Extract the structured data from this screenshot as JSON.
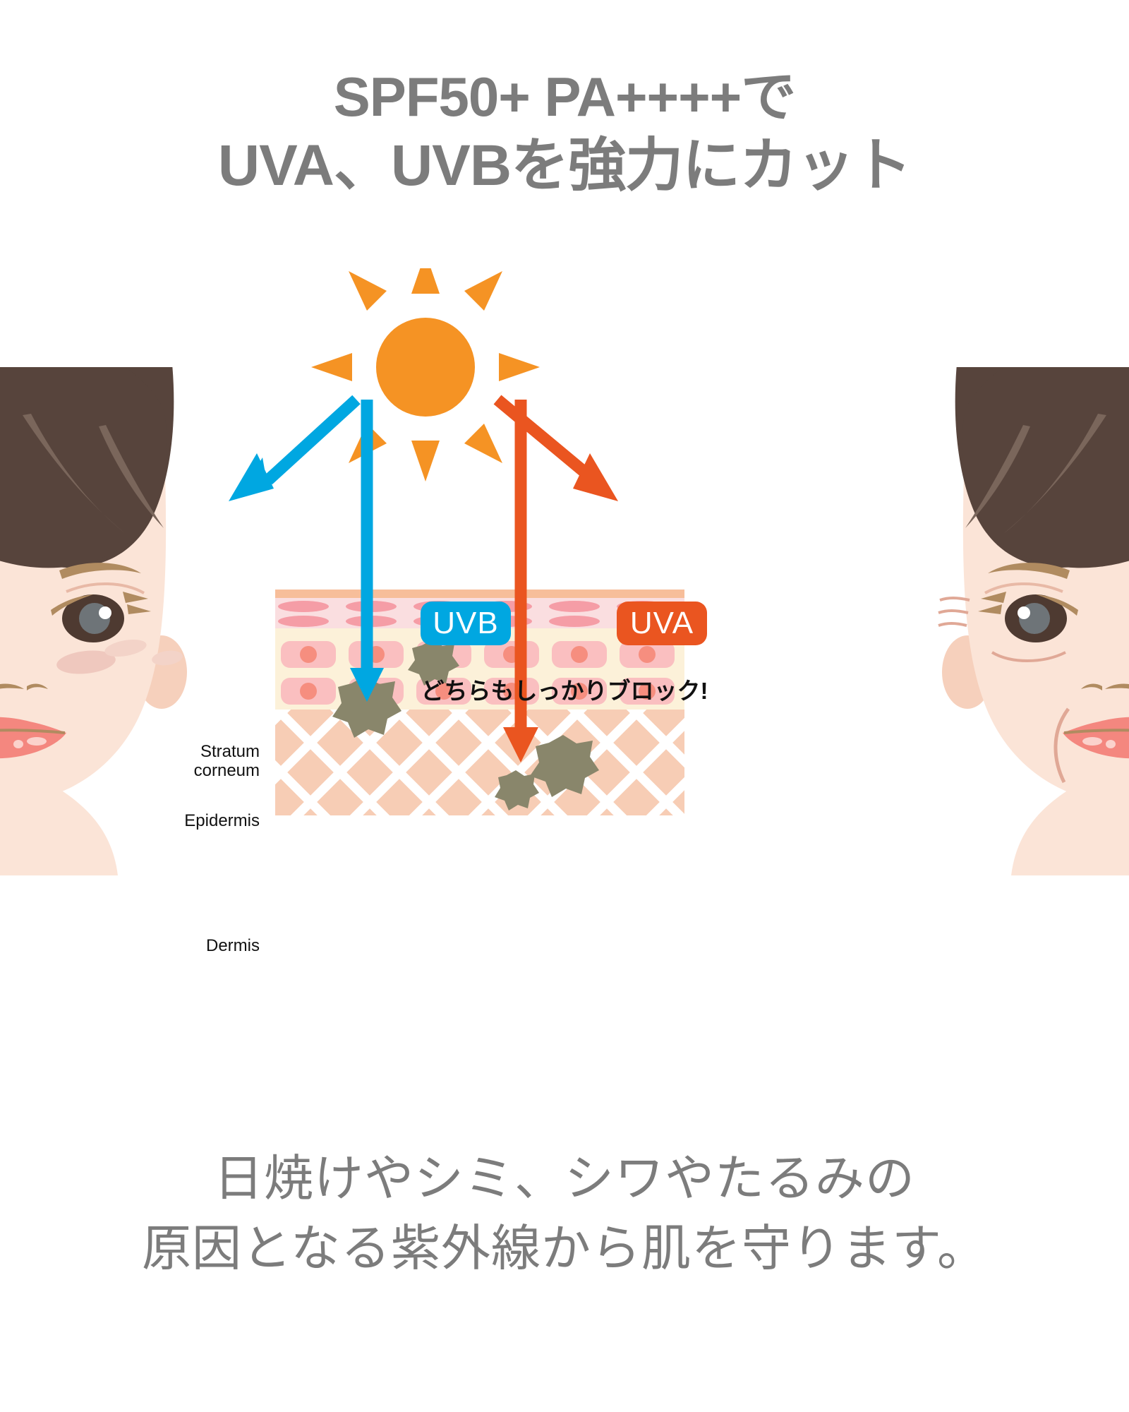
{
  "headline": {
    "line1": "SPF50+ PA++++で",
    "line2": "UVA、UVBを強力にカット"
  },
  "caption": {
    "line1": "日焼けやシミ、シワやたるみの",
    "line2": "原因となる紫外線から肌を守ります。"
  },
  "diagram": {
    "sun_icon": "sun-icon",
    "uvb_badge_label": "UVB",
    "uva_badge_label": "UVA",
    "block_message": "どちらもしっかりブロック!",
    "skin_layers": [
      {
        "label_line1": "Stratum",
        "label_line2": "corneum",
        "name": "stratum-corneum"
      },
      {
        "label_line1": "Epidermis",
        "label_line2": "",
        "name": "epidermis"
      },
      {
        "label_line1": "Dermis",
        "label_line2": "",
        "name": "dermis"
      }
    ]
  },
  "colors": {
    "uvb_blue": "#00A7E1",
    "uva_orange": "#EA5520",
    "sun_orange": "#F59324",
    "headline_gray": "#7C7C7C",
    "caption_gray": "#7C7C7C",
    "skin_tone": "#FAE0D2",
    "hair_brown": "#57443C",
    "stratum_corneum_fill": "#FADEE0",
    "epidermis_fill": "#FCF1D9",
    "dermis_fill": "#F7CDB5",
    "cell_pink": "#FABFC0",
    "nucleus_red": "#F68E7F",
    "melanin_olive": "#89866B",
    "lip_pink": "#F4877F"
  },
  "faces": {
    "left": {
      "name": "face-with-spots",
      "condition": "spots"
    },
    "right": {
      "name": "face-with-wrinkles",
      "condition": "wrinkles"
    }
  }
}
